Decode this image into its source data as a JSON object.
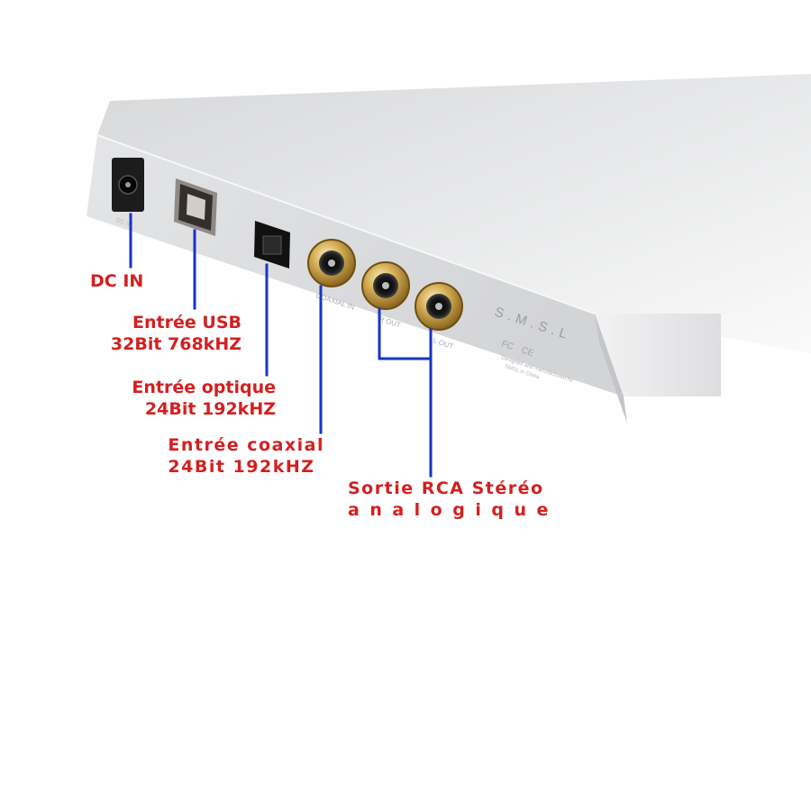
{
  "device": {
    "brand_logo_text": "S.M.S.L",
    "panel_small_text": [
      "DC IN",
      "COAXIAL IN",
      "R OUT",
      "L OUT",
      "Designed and manufactured by",
      "SMSL in China"
    ],
    "cert_marks": [
      "FC",
      "CE"
    ]
  },
  "labels": {
    "dc_in": "DC IN",
    "usb": {
      "line1": "Entrée USB",
      "line2": "32Bit 768kHZ"
    },
    "optical": {
      "line1": "Entrée optique",
      "line2": "24Bit 192kHZ"
    },
    "coaxial": {
      "line1": "Entrée coaxial",
      "line2": "24Bit 192kHZ"
    },
    "rca": {
      "line1": "Sortie RCA Stéréo",
      "line2": "analogique"
    }
  },
  "colors": {
    "label_text": "#d32020",
    "pointer_line": "#1436c8",
    "chassis": "#d9dadc",
    "gold": "#c9a24a"
  }
}
